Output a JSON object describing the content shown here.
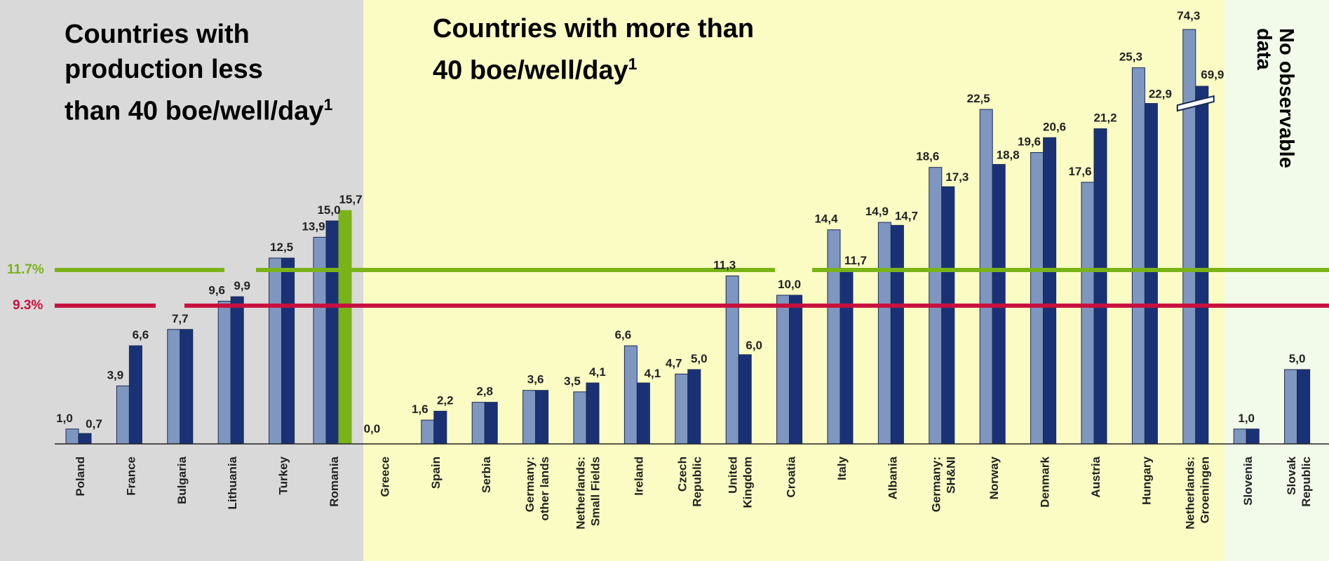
{
  "chart_data": {
    "type": "bar",
    "section_titles": {
      "left": "Countries with\nproduction less\nthan 40 boe/well/day",
      "middle": "Countries with more than\n40 boe/well/day",
      "right": "No observable\ndata",
      "footnote_marker": "1"
    },
    "reference_lines": [
      {
        "label": "11.7%",
        "value": 11.7,
        "color": "#7ab317"
      },
      {
        "label": "9.3%",
        "value": 9.3,
        "color": "#c8103e"
      }
    ],
    "axis_break": {
      "category": "Netherlands:\nGroeningen",
      "note": "broken bar"
    },
    "colors": {
      "series_light": "#7f96c0",
      "series_dark": "#1a3275",
      "highlight": "#7ab317",
      "band_left": "#d9d9d9",
      "band_middle": "#fafcc4",
      "band_right": "#f2fbea",
      "ref_green": "#7ab317",
      "ref_red": "#c8103e"
    },
    "categories": [
      {
        "name": "Poland",
        "values": [
          "1,0",
          "0,7"
        ],
        "nums": [
          1.0,
          0.7
        ]
      },
      {
        "name": "France",
        "values": [
          "3,9",
          "6,6"
        ],
        "nums": [
          3.9,
          6.6
        ]
      },
      {
        "name": "Bulgaria",
        "values": [
          "7,7"
        ],
        "nums": [
          7.7,
          7.7
        ]
      },
      {
        "name": "Lithuania",
        "values": [
          "9,6",
          "9,9"
        ],
        "nums": [
          9.6,
          9.9
        ]
      },
      {
        "name": "Turkey",
        "values": [
          "12,5"
        ],
        "nums": [
          12.5,
          12.5
        ]
      },
      {
        "name": "Romania",
        "values": [
          "13,9",
          "15,0",
          "15,7"
        ],
        "nums": [
          13.9,
          15.0,
          15.7
        ]
      },
      {
        "name": "Greece",
        "values": [
          "0,0"
        ],
        "nums": [
          0.0
        ]
      },
      {
        "name": "Spain",
        "values": [
          "1,6",
          "2,2"
        ],
        "nums": [
          1.6,
          2.2
        ]
      },
      {
        "name": "Serbia",
        "values": [
          "2,8"
        ],
        "nums": [
          2.8,
          2.8
        ]
      },
      {
        "name": "Germany:\nother lands",
        "values": [
          "3,6"
        ],
        "nums": [
          3.6,
          3.6
        ]
      },
      {
        "name": "Netherlands:\nSmall Fields",
        "values": [
          "3,5",
          "4,1"
        ],
        "nums": [
          3.5,
          4.1
        ]
      },
      {
        "name": "Ireland",
        "values": [
          "6,6",
          "4,1"
        ],
        "nums": [
          6.6,
          4.1
        ]
      },
      {
        "name": "Czech\nRepublic",
        "values": [
          "4,7",
          "5,0"
        ],
        "nums": [
          4.7,
          5.0
        ]
      },
      {
        "name": "United\nKingdom",
        "values": [
          "11,3",
          "6,0"
        ],
        "nums": [
          11.3,
          6.0
        ]
      },
      {
        "name": "Croatia",
        "values": [
          "10,0"
        ],
        "nums": [
          10.0,
          10.0
        ]
      },
      {
        "name": "Italy",
        "values": [
          "14,4",
          "11,7"
        ],
        "nums": [
          14.4,
          11.7
        ]
      },
      {
        "name": "Albania",
        "values": [
          "14,9",
          "14,7"
        ],
        "nums": [
          14.9,
          14.7
        ]
      },
      {
        "name": "Germany:\nSH&NI",
        "values": [
          "18,6",
          "17,3"
        ],
        "nums": [
          18.6,
          17.3
        ]
      },
      {
        "name": "Norway",
        "values": [
          "22,5",
          "18,8"
        ],
        "nums": [
          22.5,
          18.8
        ]
      },
      {
        "name": "Denmark",
        "values": [
          "19,6",
          "20,6"
        ],
        "nums": [
          19.6,
          20.6
        ]
      },
      {
        "name": "Austria",
        "values": [
          "17,6",
          "21,2"
        ],
        "nums": [
          17.6,
          21.2
        ]
      },
      {
        "name": "Hungary",
        "values": [
          "25,3",
          "22,9"
        ],
        "nums": [
          25.3,
          22.9
        ]
      },
      {
        "name": "Netherlands:\nGroeningen",
        "values": [
          "74,3",
          "69,9"
        ],
        "nums": [
          74.3,
          69.9
        ]
      },
      {
        "name": "Slovenia",
        "values": [
          "1,0"
        ],
        "nums": [
          1.0,
          1.0
        ]
      },
      {
        "name": "Slovak\nRepublic",
        "values": [
          "5,0"
        ],
        "nums": [
          5.0,
          5.0
        ]
      }
    ]
  }
}
